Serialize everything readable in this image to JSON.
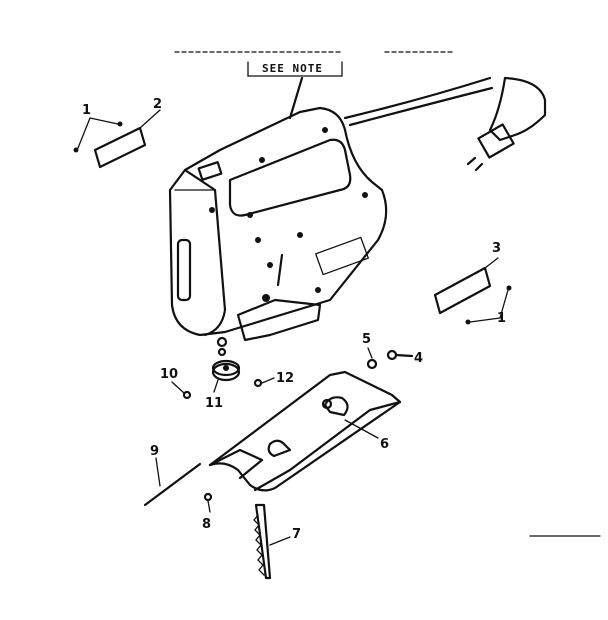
{
  "note_text": "SEE NOTE",
  "callouts": [
    {
      "id": "1a",
      "text": "1"
    },
    {
      "id": "2",
      "text": "2"
    },
    {
      "id": "3",
      "text": "3"
    },
    {
      "id": "1b",
      "text": "1"
    },
    {
      "id": "5",
      "text": "5"
    },
    {
      "id": "4",
      "text": "4"
    },
    {
      "id": "10",
      "text": "10"
    },
    {
      "id": "11",
      "text": "11"
    },
    {
      "id": "12",
      "text": "12"
    },
    {
      "id": "6",
      "text": "6"
    },
    {
      "id": "9",
      "text": "9"
    },
    {
      "id": "8",
      "text": "8"
    },
    {
      "id": "7",
      "text": "7"
    }
  ],
  "colors": {
    "ink": "#111111",
    "paper": "#ffffff"
  }
}
